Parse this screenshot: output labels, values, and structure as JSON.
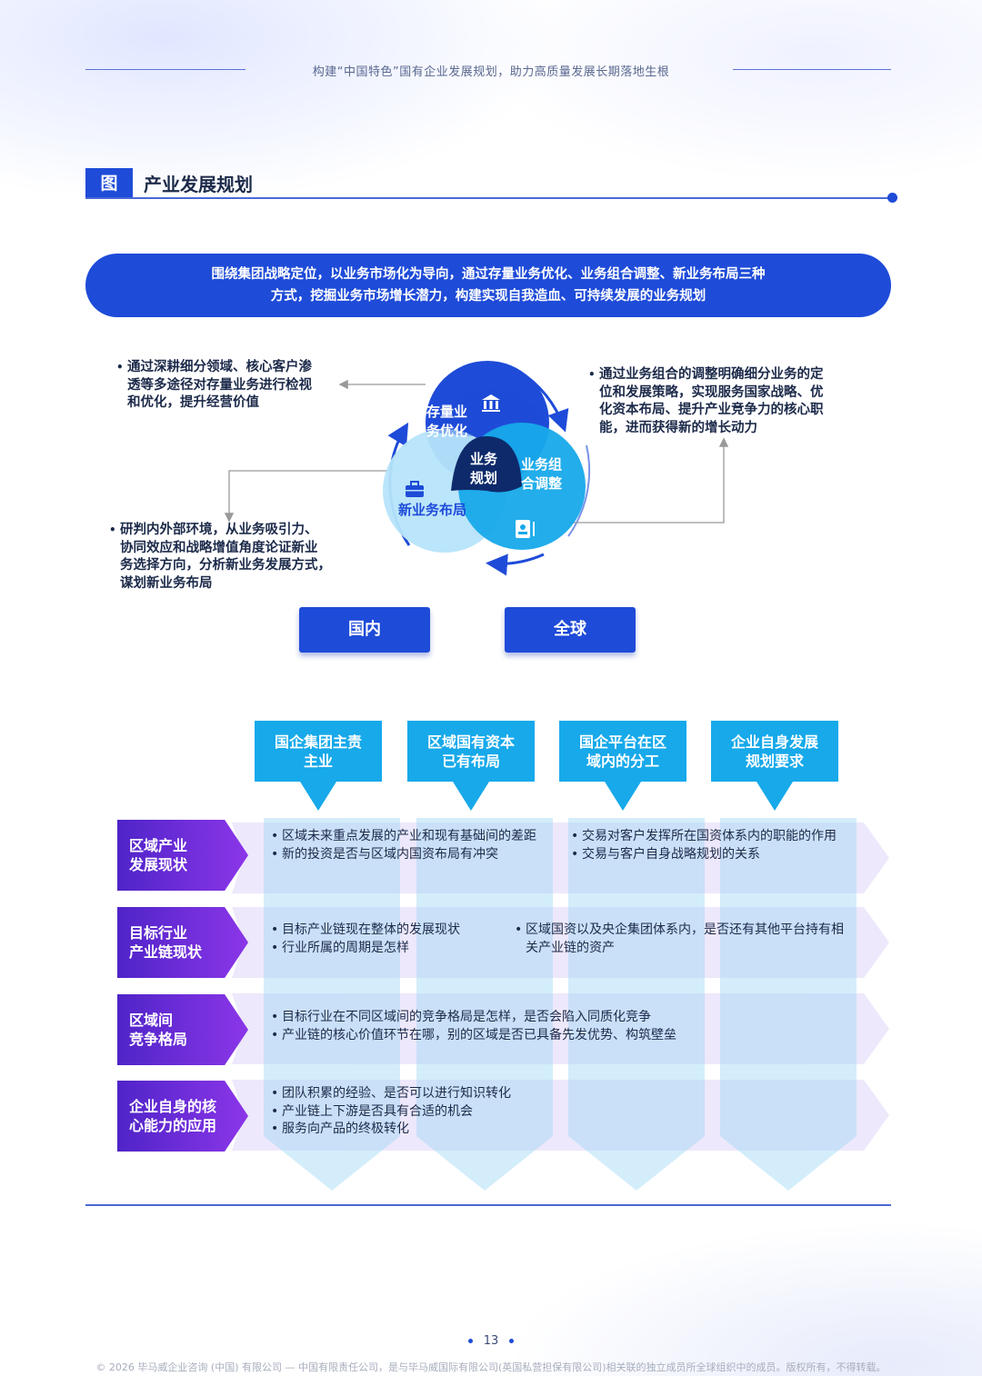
{
  "header": {
    "running_title": "构建“中国特色”国有企业发展规划，助力高质量发展长期落地生根"
  },
  "figure": {
    "tag": "图",
    "title": "产业发展规划"
  },
  "banner": {
    "line1": "围绕集团战略定位，以业务市场化为导向，通过存量业务优化、业务组合调整、新业务布局三种",
    "line2": "方式，挖掘业务市场增长潜力，构建实现自我造血、可持续发展的业务规划"
  },
  "venn": {
    "center": [
      "业务",
      "规划"
    ],
    "top": [
      "存量业",
      "务优化"
    ],
    "right": [
      "业务组",
      "合调整"
    ],
    "left": "新业务布局",
    "icons": [
      "bank-icon",
      "document-icon",
      "briefcase-icon"
    ],
    "colors": {
      "dark": "#1e4bd8",
      "mid": "#17a9ea",
      "light": "#8fd3f5",
      "core": "#0e2a6b"
    }
  },
  "notes": {
    "top_left": [
      "通过深耕细分领域、核心客户渗",
      "透等多途径对存量业务进行检视",
      "和优化，提升经营价值"
    ],
    "top_right": [
      "通过业务组合的调整明确细分业务的定",
      "位和发展策略，实现服务国家战略、优",
      "化资本布局、提升产业竞争力的核心职",
      "能，进而获得新的增长动力"
    ],
    "bottom_left": [
      "研判内外部环境，从业务吸引力、",
      "协同效应和战略增值角度论证新业",
      "务选择方向，分析新业务发展方式，",
      "谋划新业务布局"
    ]
  },
  "scope": {
    "domestic": "国内",
    "global": "全球"
  },
  "columns": [
    [
      "国企集团主责",
      "主业"
    ],
    [
      "区域国有资本",
      "已有布局"
    ],
    [
      "国企平台在区",
      "域内的分工"
    ],
    [
      "企业自身发展",
      "规划要求"
    ]
  ],
  "rows": [
    {
      "label": [
        "区域产业",
        "发展现状"
      ],
      "left": [
        "区域未来重点发展的产业和现有基础间的差距",
        "新的投资是否与区域内国资布局有冲突"
      ],
      "right": [
        "交易对客户发挥所在国资体系内的职能的作用",
        "交易与客户自身战略规划的关系"
      ]
    },
    {
      "label": [
        "目标行业",
        "产业链现状"
      ],
      "left": [
        "目标产业链现在整体的发展现状",
        "行业所属的周期是怎样"
      ],
      "right": [
        "区域国资以及央企集团体系内，是否还有其他平台持有相关产业链的资产"
      ]
    },
    {
      "label": [
        "区域间",
        "竞争格局"
      ],
      "left": [
        "目标行业在不同区域间的竞争格局是怎样，是否会陷入同质化竞争",
        "产业链的核心价值环节在哪，别的区域是否已具备先发优势、构筑壁垒"
      ],
      "right": []
    },
    {
      "label": [
        "企业自身的核",
        "心能力的应用"
      ],
      "left": [
        "团队积累的经验、是否可以进行知识转化",
        "产业链上下游是否具有合适的机会",
        "服务向产品的终极转化"
      ],
      "right": []
    }
  ],
  "page": {
    "number": "13"
  },
  "footer": {
    "text": "© 2026 毕马威企业咨询 (中国) 有限公司 — 中国有限责任公司，是与毕马威国际有限公司(英国私营担保有限公司)相关联的独立成员所全球组织中的成员。版权所有，不得转载。"
  }
}
